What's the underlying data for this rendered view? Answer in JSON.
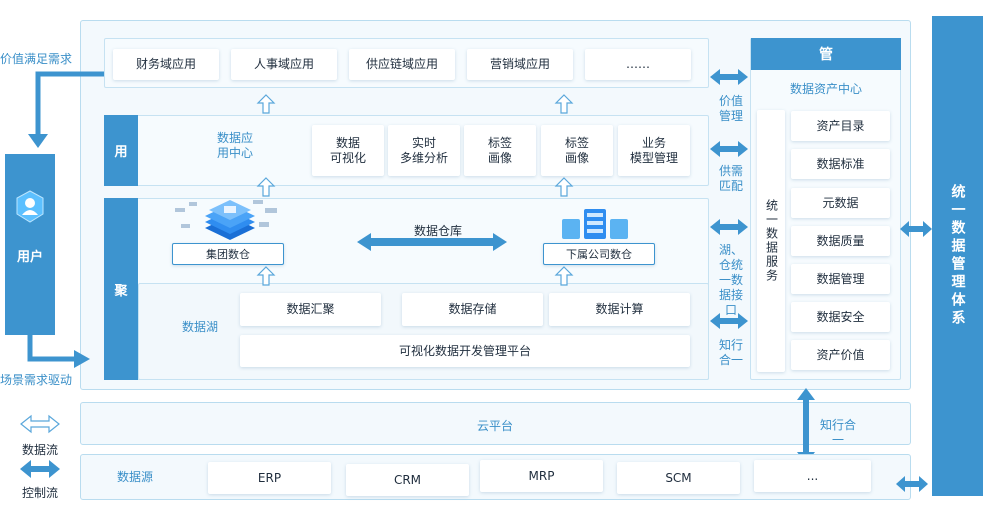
{
  "left_labels": {
    "value_demand": "价值满足需求",
    "scene_demand": "场景需求驱动",
    "user": "用户"
  },
  "apps": [
    "财务域应用",
    "人事域应用",
    "供应链域应用",
    "营销域应用",
    "……"
  ],
  "use_layer": {
    "tag": "用",
    "center_label": "数据应\n用中心",
    "cards": [
      "数据\n可视化",
      "实时\n多维分析",
      "标签\n画像",
      "标签\n画像",
      "业务\n模型管理"
    ]
  },
  "ju_layer": {
    "tag": "聚",
    "group_warehouse": "集团数仓",
    "sub_warehouse": "下属公司数仓",
    "data_warehouse": "数据仓库",
    "lake_label": "数据湖",
    "lake_cards": [
      "数据汇聚",
      "数据存储",
      "数据计算"
    ],
    "platform": "可视化数据开发管理平台"
  },
  "mid_labels": {
    "value_mgmt": "价值\n管理",
    "supply_match": "供需\n匹配",
    "lake_unify": "湖、\n仓统\n一数\n据接\n口",
    "know_do": "知行\n合一"
  },
  "mgmt": {
    "title": "管",
    "center": "数据资产中心",
    "unified_service": "统一数据服务",
    "items": [
      "资产目录",
      "数据标准",
      "元数据",
      "数据质量",
      "数据管理",
      "数据安全",
      "资产价值"
    ]
  },
  "right_system": "统一数据管理体系",
  "cloud": "云平台",
  "cloud_know_do": "知行合\n一",
  "sources": {
    "label": "数据源",
    "items": [
      "ERP",
      "CRM",
      "MRP",
      "SCM",
      "..."
    ]
  },
  "legend": {
    "data_flow": "数据流",
    "control_flow": "控制流"
  },
  "colors": {
    "primary": "#3d94cf",
    "label": "#3a8fc8",
    "panel": "#f3f9fd"
  }
}
